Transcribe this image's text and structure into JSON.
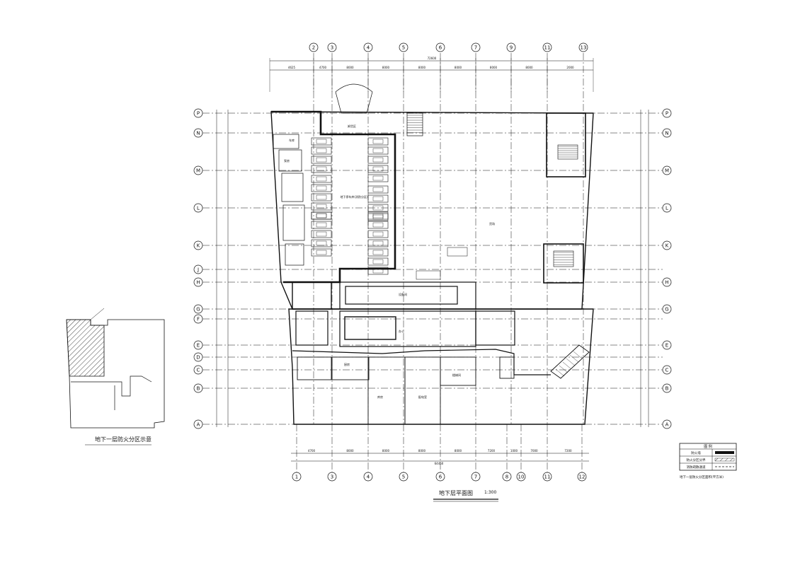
{
  "drawing": {
    "title": "地下层平面图",
    "scale": "1:300",
    "key_plan_title": "地下一层防火分区示意",
    "top_axes": [
      "2",
      "3",
      "4",
      "5",
      "6",
      "7",
      "9",
      "11",
      "13"
    ],
    "bottom_axes": [
      "1",
      "3",
      "4",
      "5",
      "6",
      "7",
      "8",
      "10",
      "11",
      "12"
    ],
    "row_axes": [
      "P",
      "N",
      "M",
      "L",
      "K",
      "J",
      "H",
      "G",
      "F",
      "E",
      "D",
      "C",
      "B",
      "A"
    ],
    "top_dimensions": [
      "4625",
      "4700",
      "8000",
      "8000",
      "8000",
      "8000",
      "8000",
      "8000",
      "2000"
    ],
    "top_total": "72600",
    "bottom_dimensions": [
      "4700",
      "8000",
      "8000",
      "8000",
      "8000",
      "7200",
      "1000",
      "7000",
      "7200"
    ],
    "bottom_total": "64450",
    "room_labels": [
      "地下停车库(消防分区)",
      "车库",
      "卸货区",
      "货场",
      "设备间",
      "办公",
      "厨房",
      "库房",
      "配电室",
      "楼梯间",
      "泵房"
    ],
    "legend": {
      "title": "图 例",
      "rows": [
        "防火墙",
        "防火分区分界",
        "消防疏散通道"
      ],
      "note": "地下一层防火分区面积(平方米)"
    }
  }
}
